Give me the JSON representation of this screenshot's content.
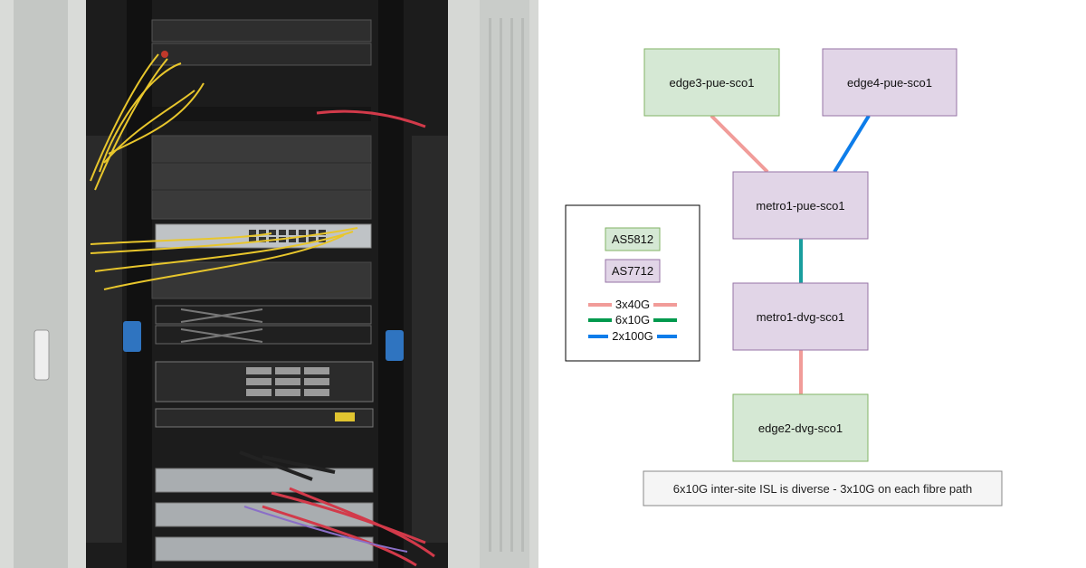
{
  "photo": {
    "subject": "network-rack-photo"
  },
  "colors": {
    "as5812_fill": "#d5e8d4",
    "as5812_stroke": "#82b366",
    "as7712_fill": "#e1d5e7",
    "as7712_stroke": "#9673a6",
    "link_3x40g": "#f19c99",
    "link_6x10g": "#00994d",
    "link_2x100g": "#0d7dea",
    "link_teal": "#1a9e9e"
  },
  "nodes": {
    "edge3": "edge3-pue-sco1",
    "edge4": "edge4-pue-sco1",
    "metro1_pue": "metro1-pue-sco1",
    "metro1_dvg": "metro1-dvg-sco1",
    "edge2": "edge2-dvg-sco1"
  },
  "legend": {
    "platforms": [
      "AS5812",
      "AS7712"
    ],
    "links": [
      "3x40G",
      "6x10G",
      "2x100G"
    ]
  },
  "note": "6x10G inter-site ISL is diverse - 3x10G on each fibre path"
}
